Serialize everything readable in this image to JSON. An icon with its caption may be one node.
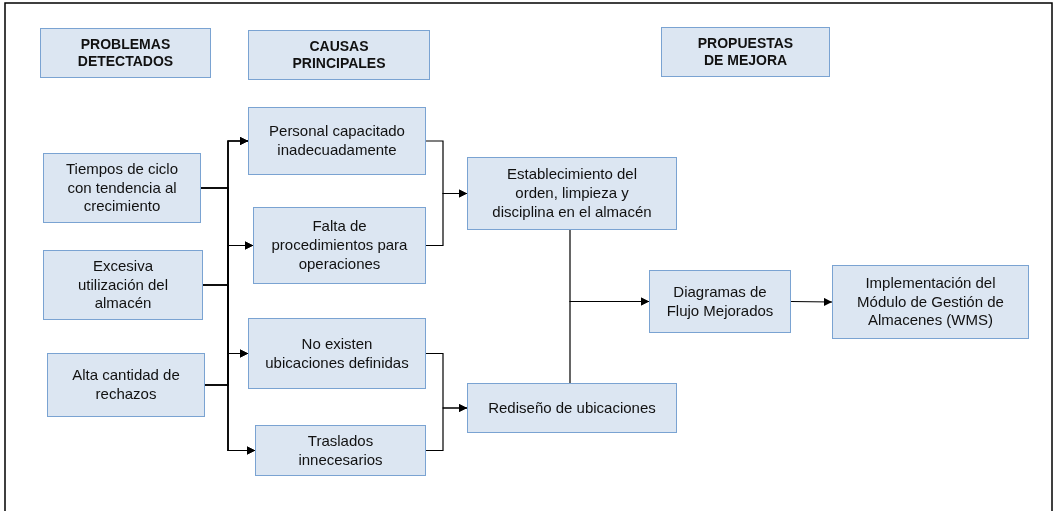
{
  "diagram": {
    "nodes": [
      {
        "text": [
          "PROBLEMAS DETECTADOS"
        ]
      },
      {
        "text": [
          "CAUSAS PRINCIPALES"
        ]
      },
      {
        "text": [
          "PROPUESTAS DE MEJORA"
        ]
      },
      {
        "text": [
          "Tiempos de ciclo con tendencia al crecimiento"
        ]
      },
      {
        "text": [
          "Excesiva utilización del almacén"
        ]
      },
      {
        "text": [
          "Alta cantidad de rechazos"
        ]
      },
      {
        "text": [
          "Personal capacitado inadecuadamente"
        ]
      },
      {
        "text": [
          "Falta de procedimientos para operaciones"
        ]
      },
      {
        "text": [
          "No existen ubicaciones definidas"
        ]
      },
      {
        "text": [
          "Traslados innecesarios"
        ]
      },
      {
        "text": [
          "Establecimiento del orden, limpieza y disciplina en el almacén"
        ]
      },
      {
        "text": [
          "Rediseño de ubicaciones"
        ]
      },
      {
        "text": [
          "Diagramas de Flujo Mejorados"
        ]
      },
      {
        "text": [
          "Implementación del Módulo de Gestión de Almacenes (WMS)"
        ]
      }
    ],
    "edges": [
      {
        "from": 3,
        "to": 6,
        "arrow": "to"
      },
      {
        "from": 3,
        "to": 7,
        "arrow": "to"
      },
      {
        "from": 3,
        "to": 8,
        "arrow": "to"
      },
      {
        "from": 3,
        "to": 9,
        "arrow": "to"
      },
      {
        "from": 4,
        "to": 6,
        "arrow": "to"
      },
      {
        "from": 4,
        "to": 7,
        "arrow": "to"
      },
      {
        "from": 4,
        "to": 8,
        "arrow": "to"
      },
      {
        "from": 4,
        "to": 9,
        "arrow": "to"
      },
      {
        "from": 5,
        "to": 6,
        "arrow": "to"
      },
      {
        "from": 5,
        "to": 7,
        "arrow": "to"
      },
      {
        "from": 5,
        "to": 8,
        "arrow": "to"
      },
      {
        "from": 5,
        "to": 9,
        "arrow": "to"
      },
      {
        "from": 6,
        "to": 10,
        "arrow": "to"
      },
      {
        "from": 7,
        "to": 10,
        "arrow": "to"
      },
      {
        "from": 8,
        "to": 11,
        "arrow": "to"
      },
      {
        "from": 9,
        "to": 11,
        "arrow": "to"
      },
      {
        "from": 10,
        "to": 12,
        "arrow": "to"
      },
      {
        "from": 11,
        "to": 12,
        "arrow": "to"
      },
      {
        "from": 12,
        "to": 13,
        "arrow": "to"
      }
    ]
  }
}
